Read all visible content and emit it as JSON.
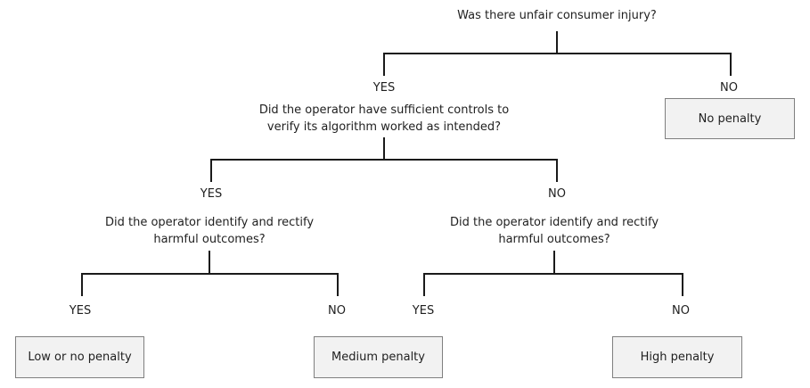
{
  "questions": {
    "q1": "Was there unfair consumer injury?",
    "q2_line1": "Did the operator have sufficient controls to",
    "q2_line2": "verify its algorithm worked as intended?",
    "q3_left_line1": "Did the operator identify and rectify",
    "q3_left_line2": "harmful outcomes?",
    "q3_right_line1": "Did the operator identify and rectify",
    "q3_right_line2": "harmful outcomes?"
  },
  "branch_labels": {
    "q1_yes": "YES",
    "q1_no": "NO",
    "q2_yes": "YES",
    "q2_no": "NO",
    "q3_left_yes": "YES",
    "q3_left_no": "NO",
    "q3_right_yes": "YES",
    "q3_right_no": "NO"
  },
  "outcomes": {
    "no_penalty": "No penalty",
    "low_or_no_penalty": "Low or no penalty",
    "medium_penalty": "Medium penalty",
    "high_penalty": "High penalty"
  },
  "colors": {
    "line": "#1a1a1a",
    "box_fill": "#f2f2f2",
    "box_border": "#7f7f7f",
    "text": "#1f1f1f"
  }
}
